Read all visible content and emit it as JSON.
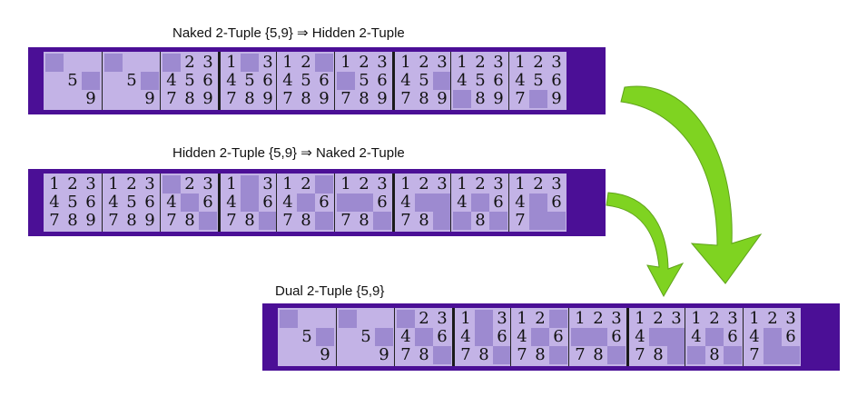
{
  "titles": {
    "naked_to_hidden": "Naked 2-Tuple {5,9} ⇒ Hidden 2-Tuple",
    "hidden_to_naked": "Hidden 2-Tuple {5,9} ⇒ Naked 2-Tuple",
    "dual": "Dual 2-Tuple {5,9}"
  },
  "rows": [
    {
      "cells": [
        [
          "",
          "",
          "",
          "",
          "5",
          "",
          "",
          "",
          "9"
        ],
        [
          "",
          "",
          "",
          "",
          "5",
          "",
          "",
          "",
          "9"
        ],
        [
          "",
          "2",
          "3",
          "4",
          "5",
          "6",
          "7",
          "8",
          "9"
        ],
        [
          "1",
          "",
          "3",
          "4",
          "5",
          "6",
          "7",
          "8",
          "9"
        ],
        [
          "1",
          "2",
          "",
          "4",
          "5",
          "6",
          "7",
          "8",
          "9"
        ],
        [
          "1",
          "2",
          "3",
          "",
          "5",
          "6",
          "7",
          "8",
          "9"
        ],
        [
          "1",
          "2",
          "3",
          "4",
          "5",
          "",
          "7",
          "8",
          "9"
        ],
        [
          "1",
          "2",
          "3",
          "4",
          "5",
          "6",
          "",
          "8",
          "9"
        ],
        [
          "1",
          "2",
          "3",
          "4",
          "5",
          "6",
          "7",
          "",
          "9"
        ]
      ]
    },
    {
      "cells": [
        [
          "1",
          "2",
          "3",
          "4",
          "5",
          "6",
          "7",
          "8",
          "9"
        ],
        [
          "1",
          "2",
          "3",
          "4",
          "5",
          "6",
          "7",
          "8",
          "9"
        ],
        [
          "",
          "2",
          "3",
          "4",
          "",
          "6",
          "7",
          "8",
          ""
        ],
        [
          "1",
          "",
          "3",
          "4",
          "",
          "6",
          "7",
          "8",
          ""
        ],
        [
          "1",
          "2",
          "",
          "4",
          "",
          "6",
          "7",
          "8",
          ""
        ],
        [
          "1",
          "2",
          "3",
          "",
          "",
          "6",
          "7",
          "8",
          ""
        ],
        [
          "1",
          "2",
          "3",
          "4",
          "",
          "",
          "7",
          "8",
          ""
        ],
        [
          "1",
          "2",
          "3",
          "4",
          "",
          "6",
          "",
          "8",
          ""
        ],
        [
          "1",
          "2",
          "3",
          "4",
          "",
          "6",
          "7",
          "",
          ""
        ]
      ]
    },
    {
      "cells": [
        [
          "",
          "",
          "",
          "",
          "5",
          "",
          "",
          "",
          "9"
        ],
        [
          "",
          "",
          "",
          "",
          "5",
          "",
          "",
          "",
          "9"
        ],
        [
          "",
          "2",
          "3",
          "4",
          "",
          "6",
          "7",
          "8",
          ""
        ],
        [
          "1",
          "",
          "3",
          "4",
          "",
          "6",
          "7",
          "8",
          ""
        ],
        [
          "1",
          "2",
          "",
          "4",
          "",
          "6",
          "7",
          "8",
          ""
        ],
        [
          "1",
          "2",
          "3",
          "",
          "",
          "6",
          "7",
          "8",
          ""
        ],
        [
          "1",
          "2",
          "3",
          "4",
          "",
          "",
          "7",
          "8",
          ""
        ],
        [
          "1",
          "2",
          "3",
          "4",
          "",
          "6",
          "",
          "8",
          ""
        ],
        [
          "1",
          "2",
          "3",
          "4",
          "",
          "6",
          "7",
          "",
          ""
        ]
      ]
    }
  ],
  "colors": {
    "strip": "#4b0f96",
    "cell": "#c3b3e6",
    "highlight": "#9d8ad0",
    "arrow": "#7fd321"
  }
}
